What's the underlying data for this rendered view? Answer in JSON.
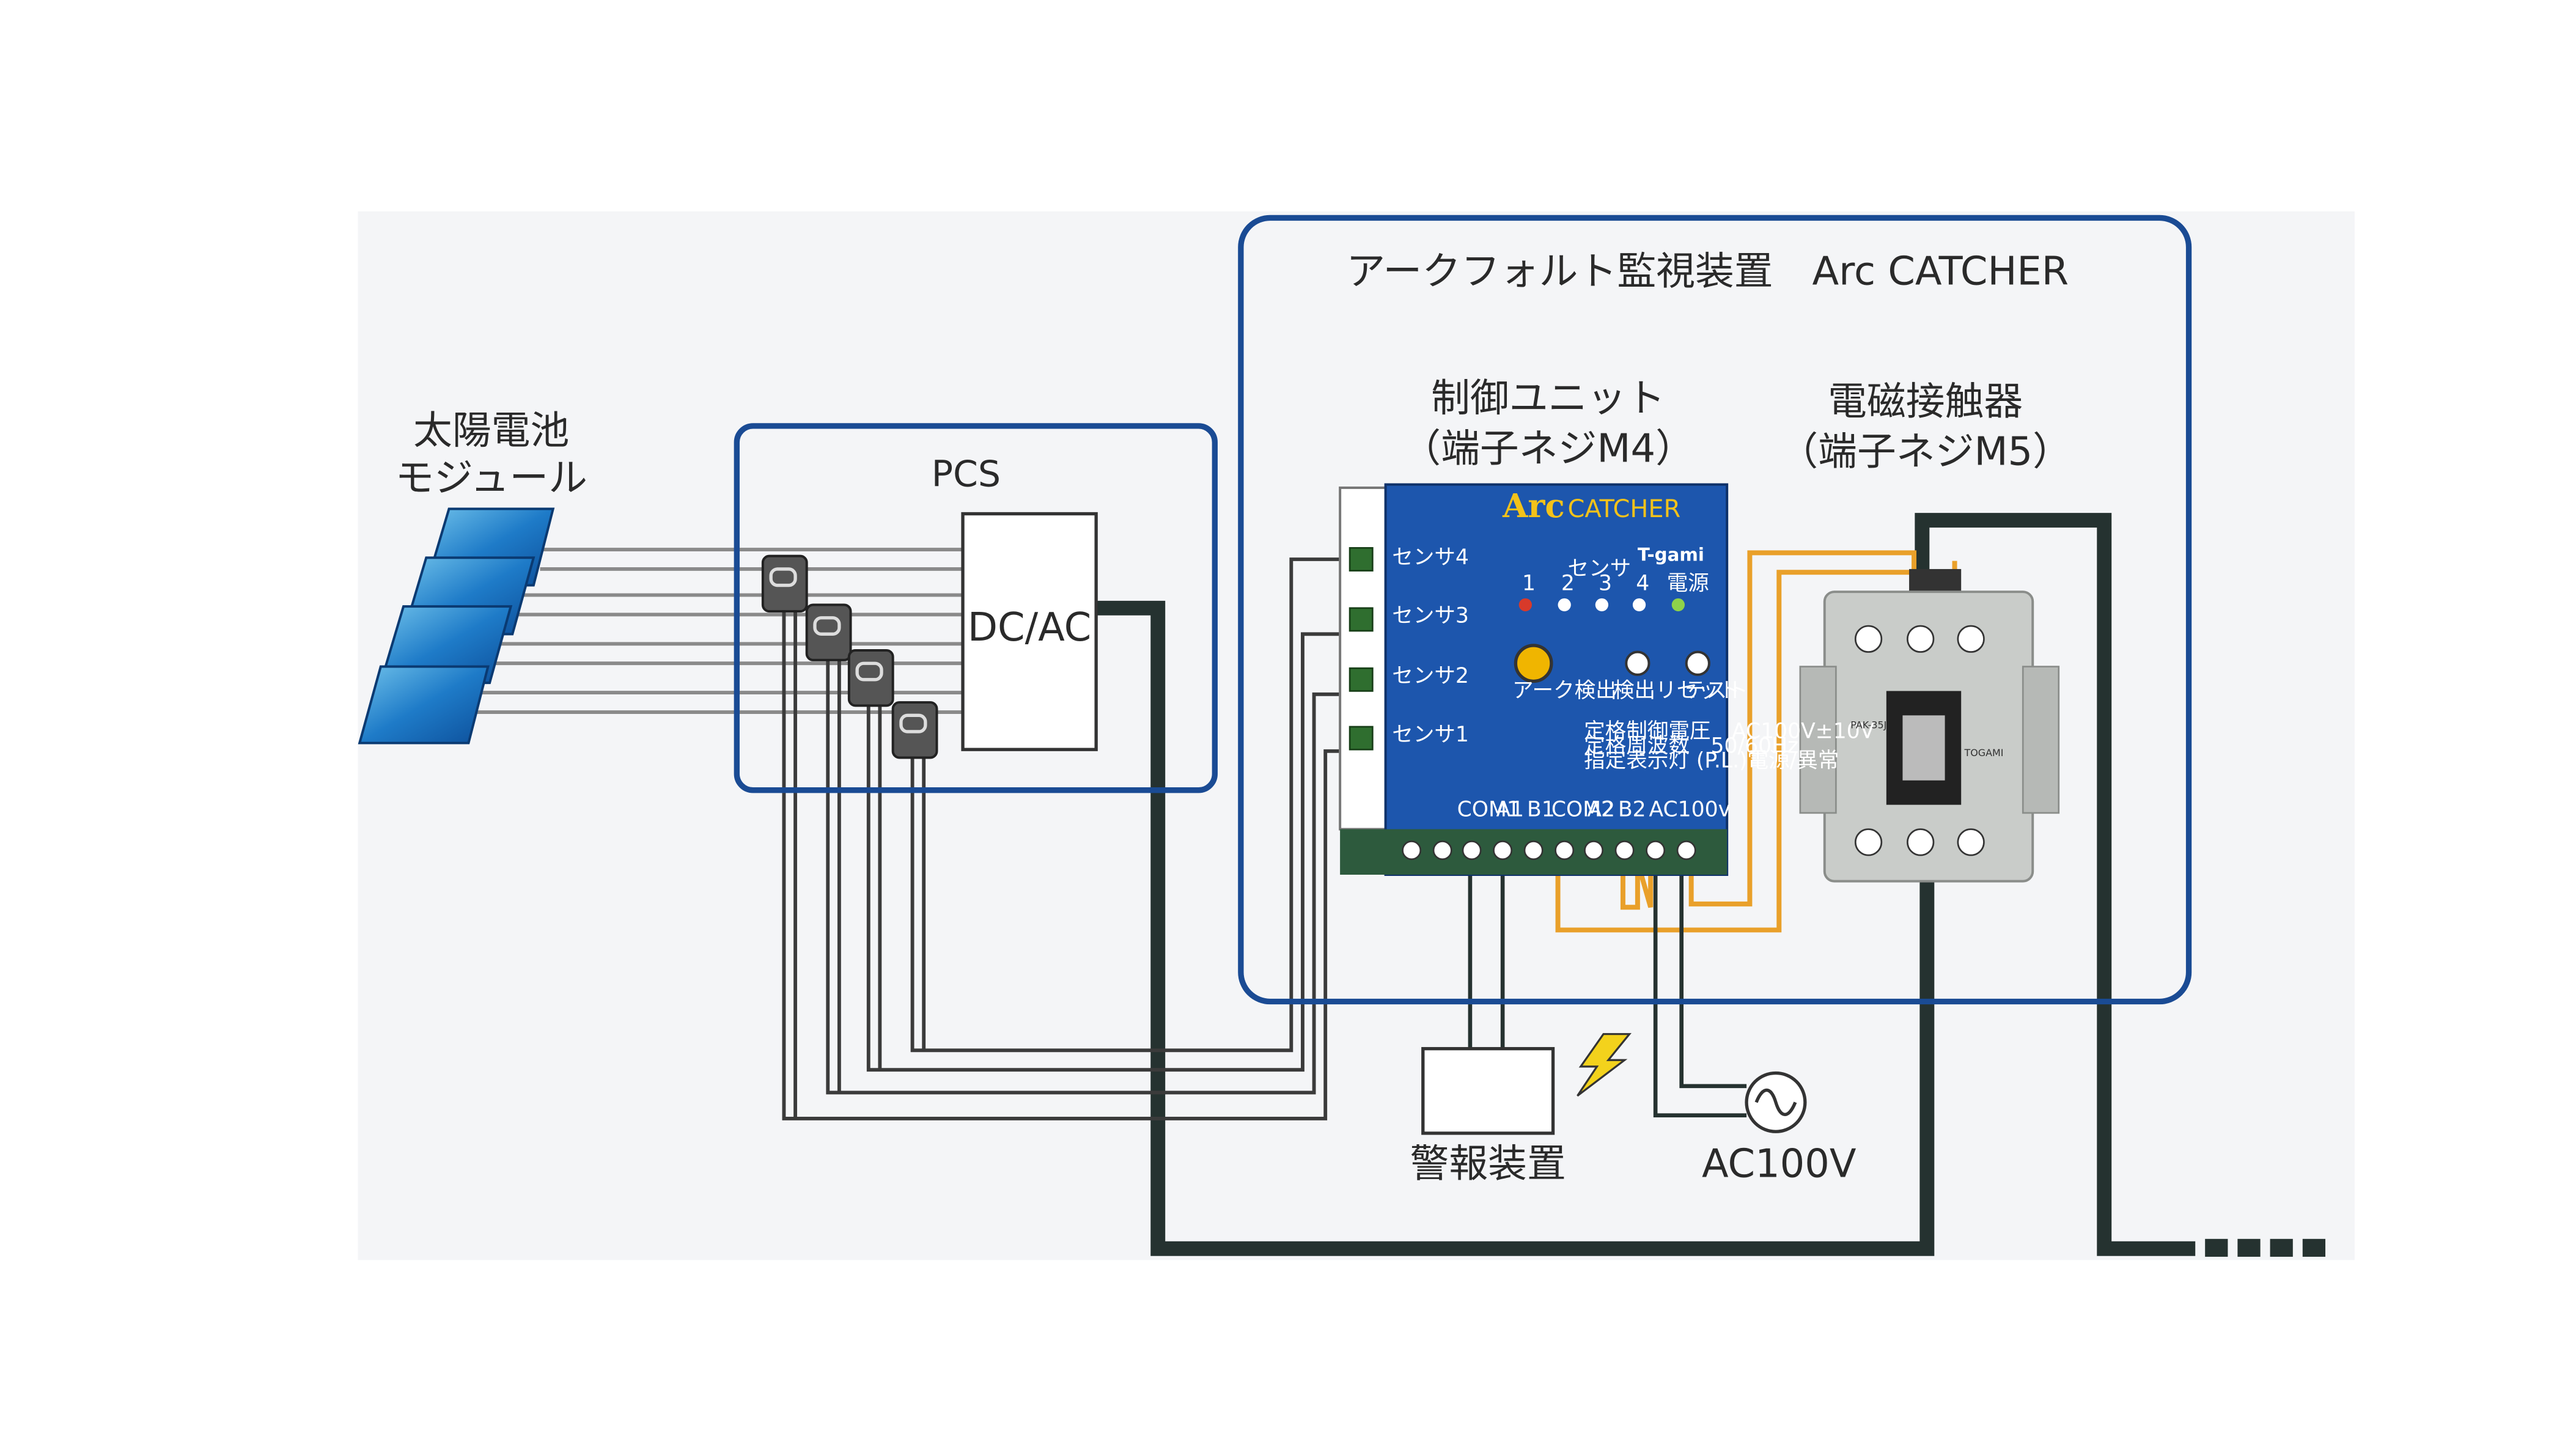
{
  "colors": {
    "frame_blue": "#1a4b94",
    "power_line": "#253230",
    "signal_line": "#e9a02a",
    "sense_wire": "#3b3b3b",
    "unit_blue": "#1d56ad",
    "bg_panel": "#f4f5f7",
    "lightning": "#f3d21c"
  },
  "labels": {
    "solar": [
      "太陽電池",
      "モジュール"
    ],
    "pcs": "PCS",
    "inverter": "DC/AC",
    "system": "アークフォルト監視装置　Arc CATCHER",
    "control_unit": [
      "制御ユニット",
      "（端子ネジM4）"
    ],
    "contactor": [
      "電磁接触器",
      "（端子ネジM5）"
    ],
    "alarm": "警報装置",
    "ac_supply": "AC100V",
    "continuation": "・・・・"
  },
  "unit_panel": {
    "brand_arc": "Arc",
    "brand_catcher": "CATCHER",
    "maker": "T-gami",
    "sensor_heading": "センサ",
    "sensor_numbers": [
      "1",
      "2",
      "3",
      "4"
    ],
    "power_label": "電源",
    "arc_detect": "アーク検出",
    "reset": "検出リセット",
    "test": "テスト",
    "inputs": [
      "センサ4",
      "センサ3",
      "センサ2",
      "センサ1"
    ],
    "spec_lines": [
      "定格制御電圧　AC100V±10V",
      "定格周波数　50/60Hz",
      "指定表示灯 (P.L.)電源/異常"
    ],
    "terminal_labels": [
      "COM1",
      "A1",
      "B1",
      "COM2",
      "A2",
      "B2",
      "AC100v"
    ]
  },
  "contactor_panel": {
    "model": "PAK-35J",
    "brand": "TOGAMI"
  },
  "icons": [
    "solar-panel-icon",
    "ct-sensor-icon",
    "lightning-icon",
    "ac-source-icon"
  ]
}
